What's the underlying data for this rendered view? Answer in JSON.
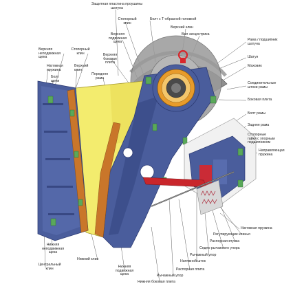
{
  "labels": {
    "thrust_plate": "Защитная пластина проушины\nшатуна",
    "upper_toggle_seat": "Стопорный\nклин",
    "t_bolt": "Болт с Т-образной головкой",
    "upper_wedge": "Верхний клин",
    "eccentric_shaft": "Вал эксцентрика",
    "upper_movable_jaw": "Верхняя\nподвижная\nщека",
    "upper_side_plate": "Верхняя\nбоковая\nплита",
    "front_frame": "Передняя\nрама",
    "upper_fixed_jaw": "Верхняя\nнеподвижная\nщека",
    "lock_wedge_left": "Стопорный\nклин",
    "tension_spring": "Натяжная\nпружина",
    "upper_wedge_left": "Верхний\nклин",
    "jaw_bolt": "Болт\nщеки",
    "frame_bearing": "Рама / подшипник\nшатуна",
    "pitman": "Шатун",
    "flywheel": "Маховик",
    "frame_rods": "Соединительные\nштоки рамы",
    "side_plate": "Боковая плита",
    "frame_bolt": "Болт рамы",
    "rear_frame": "Задняя рама",
    "stop_nuts": "Стопорные\nгайки с упорным\nподшипником",
    "guide_spring": "Направляющая\nпружина",
    "tension_spring_right": "Натяжная пружина",
    "adjusting_wedges": "Регулирующие клинья",
    "toggle_bush": "Распорная втулка",
    "toggle_seat": "Седло рычажного упора",
    "lever_stop": "Рычажный упор",
    "tension_rod": "Натяжной шток",
    "toggle_plate": "Распорная плита",
    "lever_stop2": "Рычажный упор",
    "lower_side_plate": "Нижняя боковая плита",
    "lower_movable_jaw": "Нижняя\nподвижная\nщека",
    "lower_wedge": "Нижний клин",
    "lower_fixed_jaw": "Нижняя\nнеподвижная\nщека",
    "central_wedge": "Центральный\nклин"
  },
  "colors": {
    "jaw_blue": "#4a5d9c",
    "jaw_dark": "#2d3b73",
    "frame_yellow": "#f3ec6e",
    "flywheel_gray": "#8f8f8f",
    "bearing_orange": "#e89b2a",
    "wedge_orange": "#c9762a",
    "accent_red": "#d8262b",
    "bolt_green": "#5aa85a",
    "rear_frame_gray": "#f1f1f1"
  }
}
